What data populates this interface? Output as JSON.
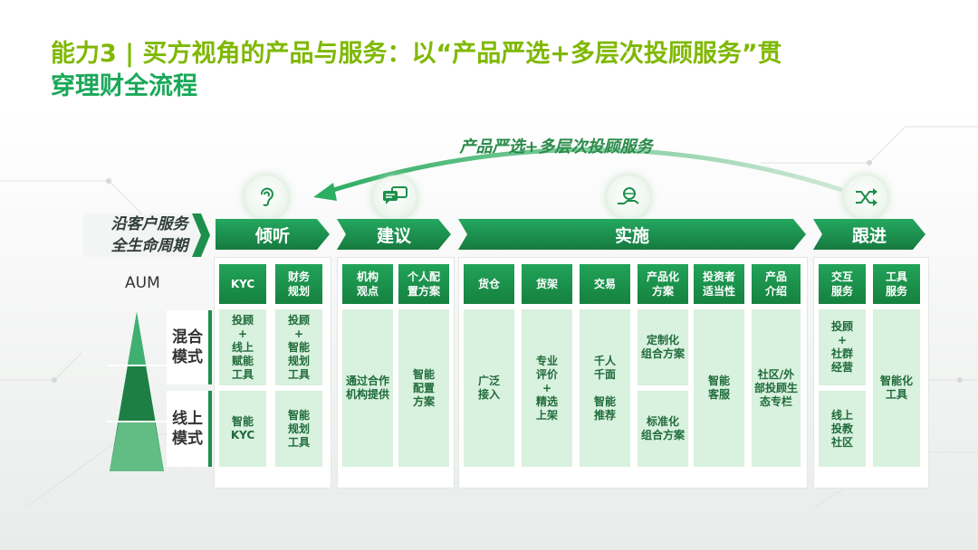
{
  "title": {
    "line1": "能力3 | 买方视角的产品与服务：以“产品严选+多层次投顾服务”贯",
    "line2": "穿理财全流程"
  },
  "arc_label": "产品严选+多层次投顾服务",
  "lifecycle": {
    "line1": "沿客户服务",
    "line2": "全生命周期"
  },
  "aum_label": "AUM",
  "modes": {
    "mixed": "混合\n模式",
    "online": "线上\n模式"
  },
  "stages": [
    {
      "label": "倾听",
      "icon": "ear-icon"
    },
    {
      "label": "建议",
      "icon": "chat-icon"
    },
    {
      "label": "实施",
      "icon": "hand-globe-icon"
    },
    {
      "label": "跟进",
      "icon": "shuffle-icon"
    }
  ],
  "columns": {
    "listen": [
      {
        "header": "KYC",
        "mixed": "投顾\n+\n线上\n赋能\n工具",
        "online": "智能\nKYC"
      },
      {
        "header": "财务\n规划",
        "mixed": "投顾\n+\n智能\n规划\n工具",
        "online": "智能\n规划\n工具"
      }
    ],
    "advise": [
      {
        "header": "机构\n观点",
        "both": "通过合作\n机构提供"
      },
      {
        "header": "个人配\n置方案",
        "both": "智能\n配置\n方案"
      }
    ],
    "implement": [
      {
        "header": "货仓",
        "both": "广泛\n接入"
      },
      {
        "header": "货架",
        "both": "专业\n评价\n+\n精选\n上架"
      },
      {
        "header": "交易",
        "both": "千人\n千面\n\n智能\n推荐"
      },
      {
        "header": "产品化\n方案",
        "mixed": "定制化\n组合方案",
        "online": "标准化\n组合方案"
      },
      {
        "header": "投资者\n适当性",
        "both": "智能\n客服"
      },
      {
        "header": "产品\n介绍",
        "both": "社区/外\n部投顾生\n态专栏"
      }
    ],
    "follow": [
      {
        "header": "交互\n服务",
        "mixed": "投顾\n+\n社群\n经营",
        "online": "线上\n投教\n社区"
      },
      {
        "header": "工具\n服务",
        "both": "智能化\n工具"
      }
    ]
  },
  "colors": {
    "title_green": "#7fb800",
    "brand_green": "#1aa85a",
    "cell_bg": "#d9f1df"
  }
}
